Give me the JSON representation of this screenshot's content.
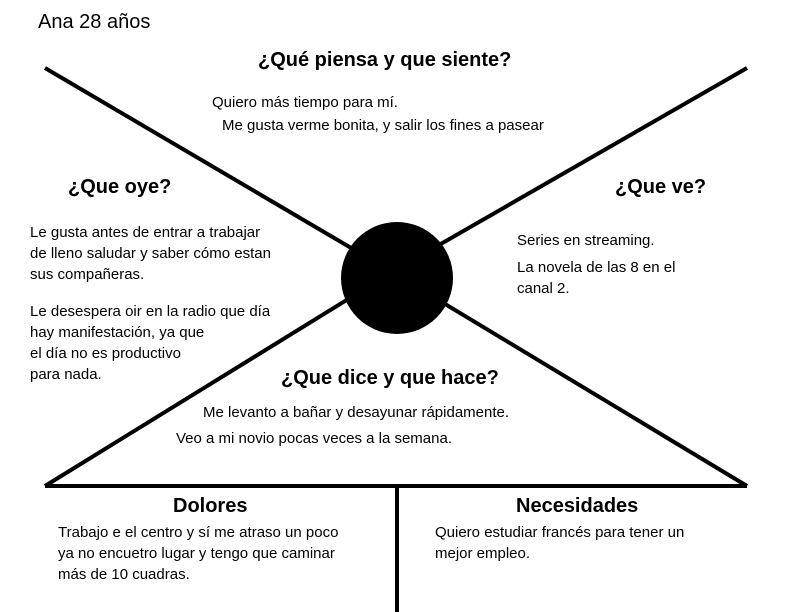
{
  "persona": "Ana 28 años",
  "sections": {
    "piensa": {
      "title": "¿Qué piensa y que siente?",
      "lines": [
        "Quiero más tiempo para mí.",
        "Me gusta verme bonita, y salir los fines a pasear"
      ]
    },
    "oye": {
      "title": "¿Que oye?",
      "paragraph1": [
        "Le gusta antes de entrar a trabajar",
        "de lleno saludar y saber cómo estan",
        "sus compañeras."
      ],
      "paragraph2": [
        "Le desespera oir en la radio que día",
        "hay manifestación, ya que",
        "el día no es productivo",
        "para nada."
      ]
    },
    "ve": {
      "title": "¿Que ve?",
      "paragraph1": [
        "Series en streaming."
      ],
      "paragraph2": [
        "La novela de las 8 en el",
        "canal 2."
      ]
    },
    "dice": {
      "title": "¿Que dice y que hace?",
      "lines": [
        "Me levanto a bañar y desayunar rápidamente.",
        "Veo a mi novio pocas veces a la semana."
      ]
    },
    "dolores": {
      "title": "Dolores",
      "lines": [
        "Trabajo e el centro y sí me atraso un poco",
        "ya no encuetro lugar y tengo que caminar",
        "más de 10 cuadras."
      ]
    },
    "necesidades": {
      "title": "Necesidades",
      "lines": [
        "Quiero estudiar francés para tener un",
        "mejor empleo."
      ]
    }
  },
  "colors": {
    "ink": "#000000",
    "background": "#ffffff"
  }
}
